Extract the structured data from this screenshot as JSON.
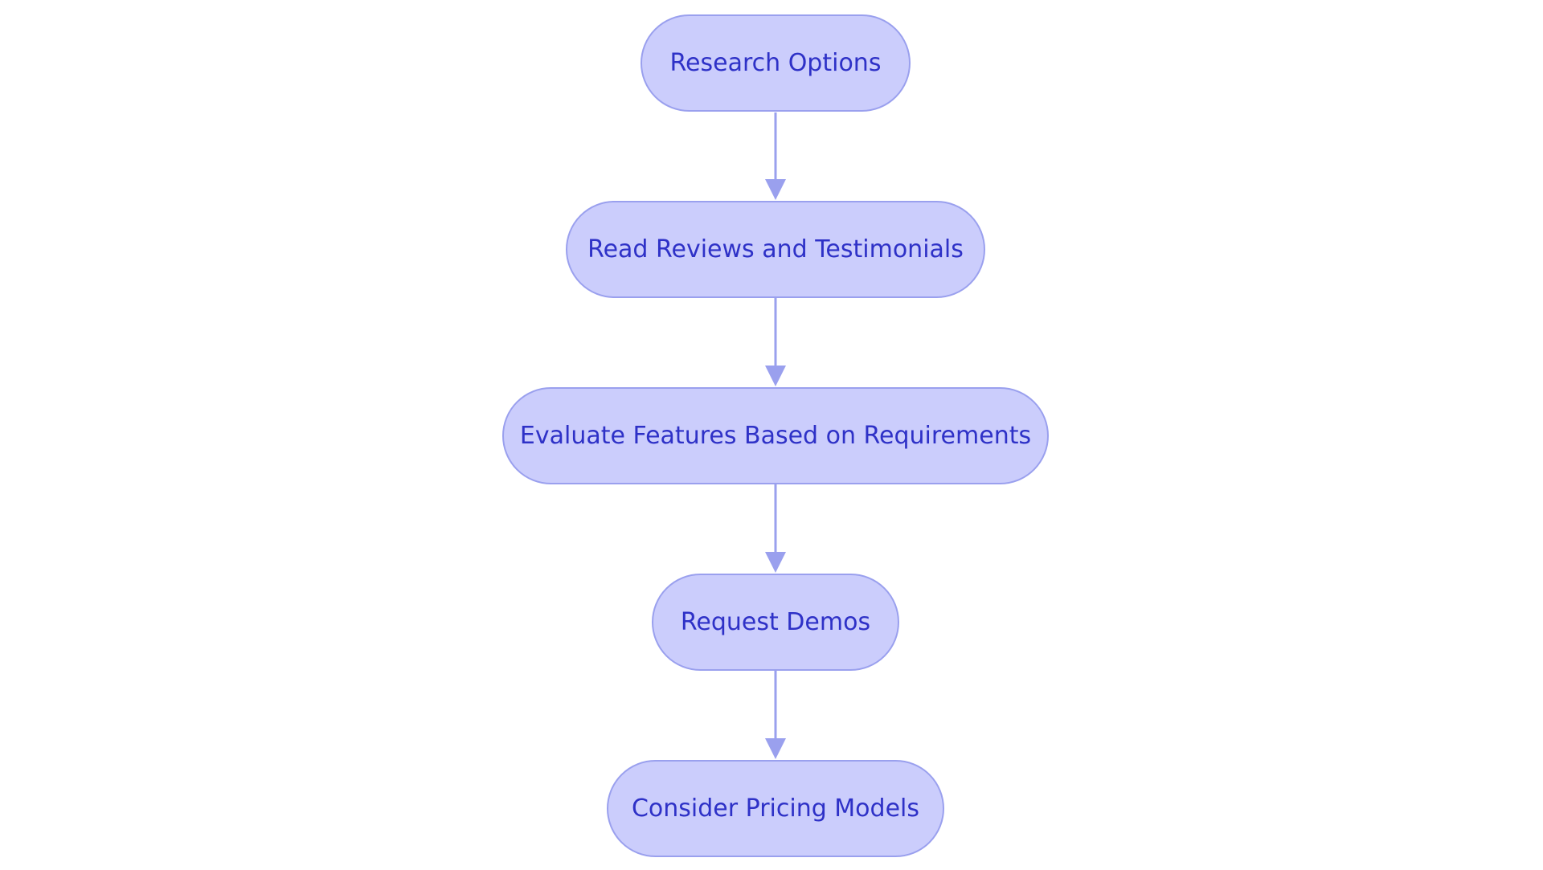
{
  "colors": {
    "node_fill": "#cbcdfc",
    "node_border": "#9aa0ee",
    "node_text": "#2e31c7",
    "edge": "#9aa0ee"
  },
  "nodes": [
    {
      "id": "n1",
      "label": "Research Options"
    },
    {
      "id": "n2",
      "label": "Read Reviews and Testimonials"
    },
    {
      "id": "n3",
      "label": "Evaluate Features Based on Requirements"
    },
    {
      "id": "n4",
      "label": "Request Demos"
    },
    {
      "id": "n5",
      "label": "Consider Pricing Models"
    }
  ],
  "edges": [
    {
      "from": "n1",
      "to": "n2"
    },
    {
      "from": "n2",
      "to": "n3"
    },
    {
      "from": "n3",
      "to": "n4"
    },
    {
      "from": "n4",
      "to": "n5"
    }
  ]
}
